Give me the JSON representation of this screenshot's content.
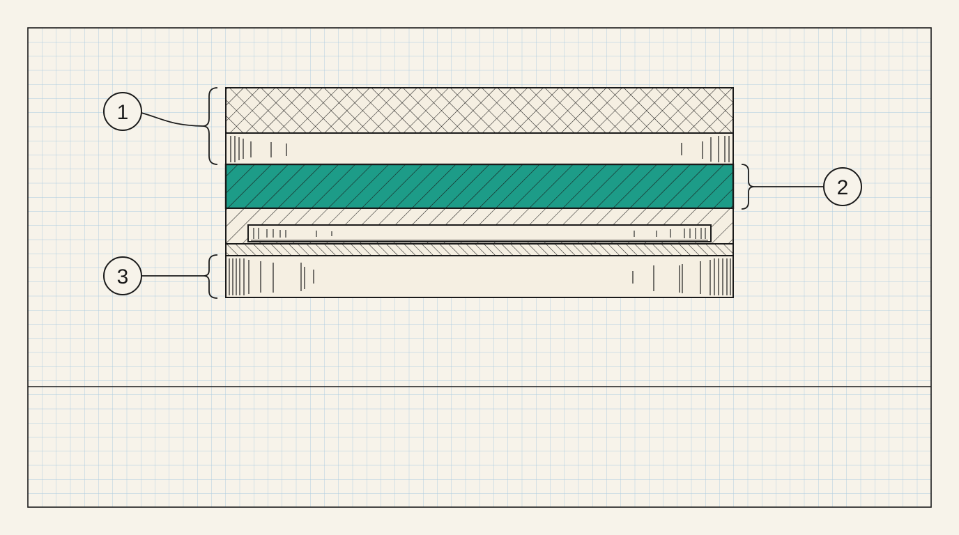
{
  "diagram": {
    "callouts": [
      {
        "id": "1",
        "label": "1"
      },
      {
        "id": "2",
        "label": "2"
      },
      {
        "id": "3",
        "label": "3"
      }
    ],
    "colors": {
      "paper": "#f7f3ea",
      "grid": "#a9cbe0",
      "ink": "#1a1a1a",
      "accent_layer": "#1d9c88",
      "layer_fill": "#f5efe2"
    }
  }
}
